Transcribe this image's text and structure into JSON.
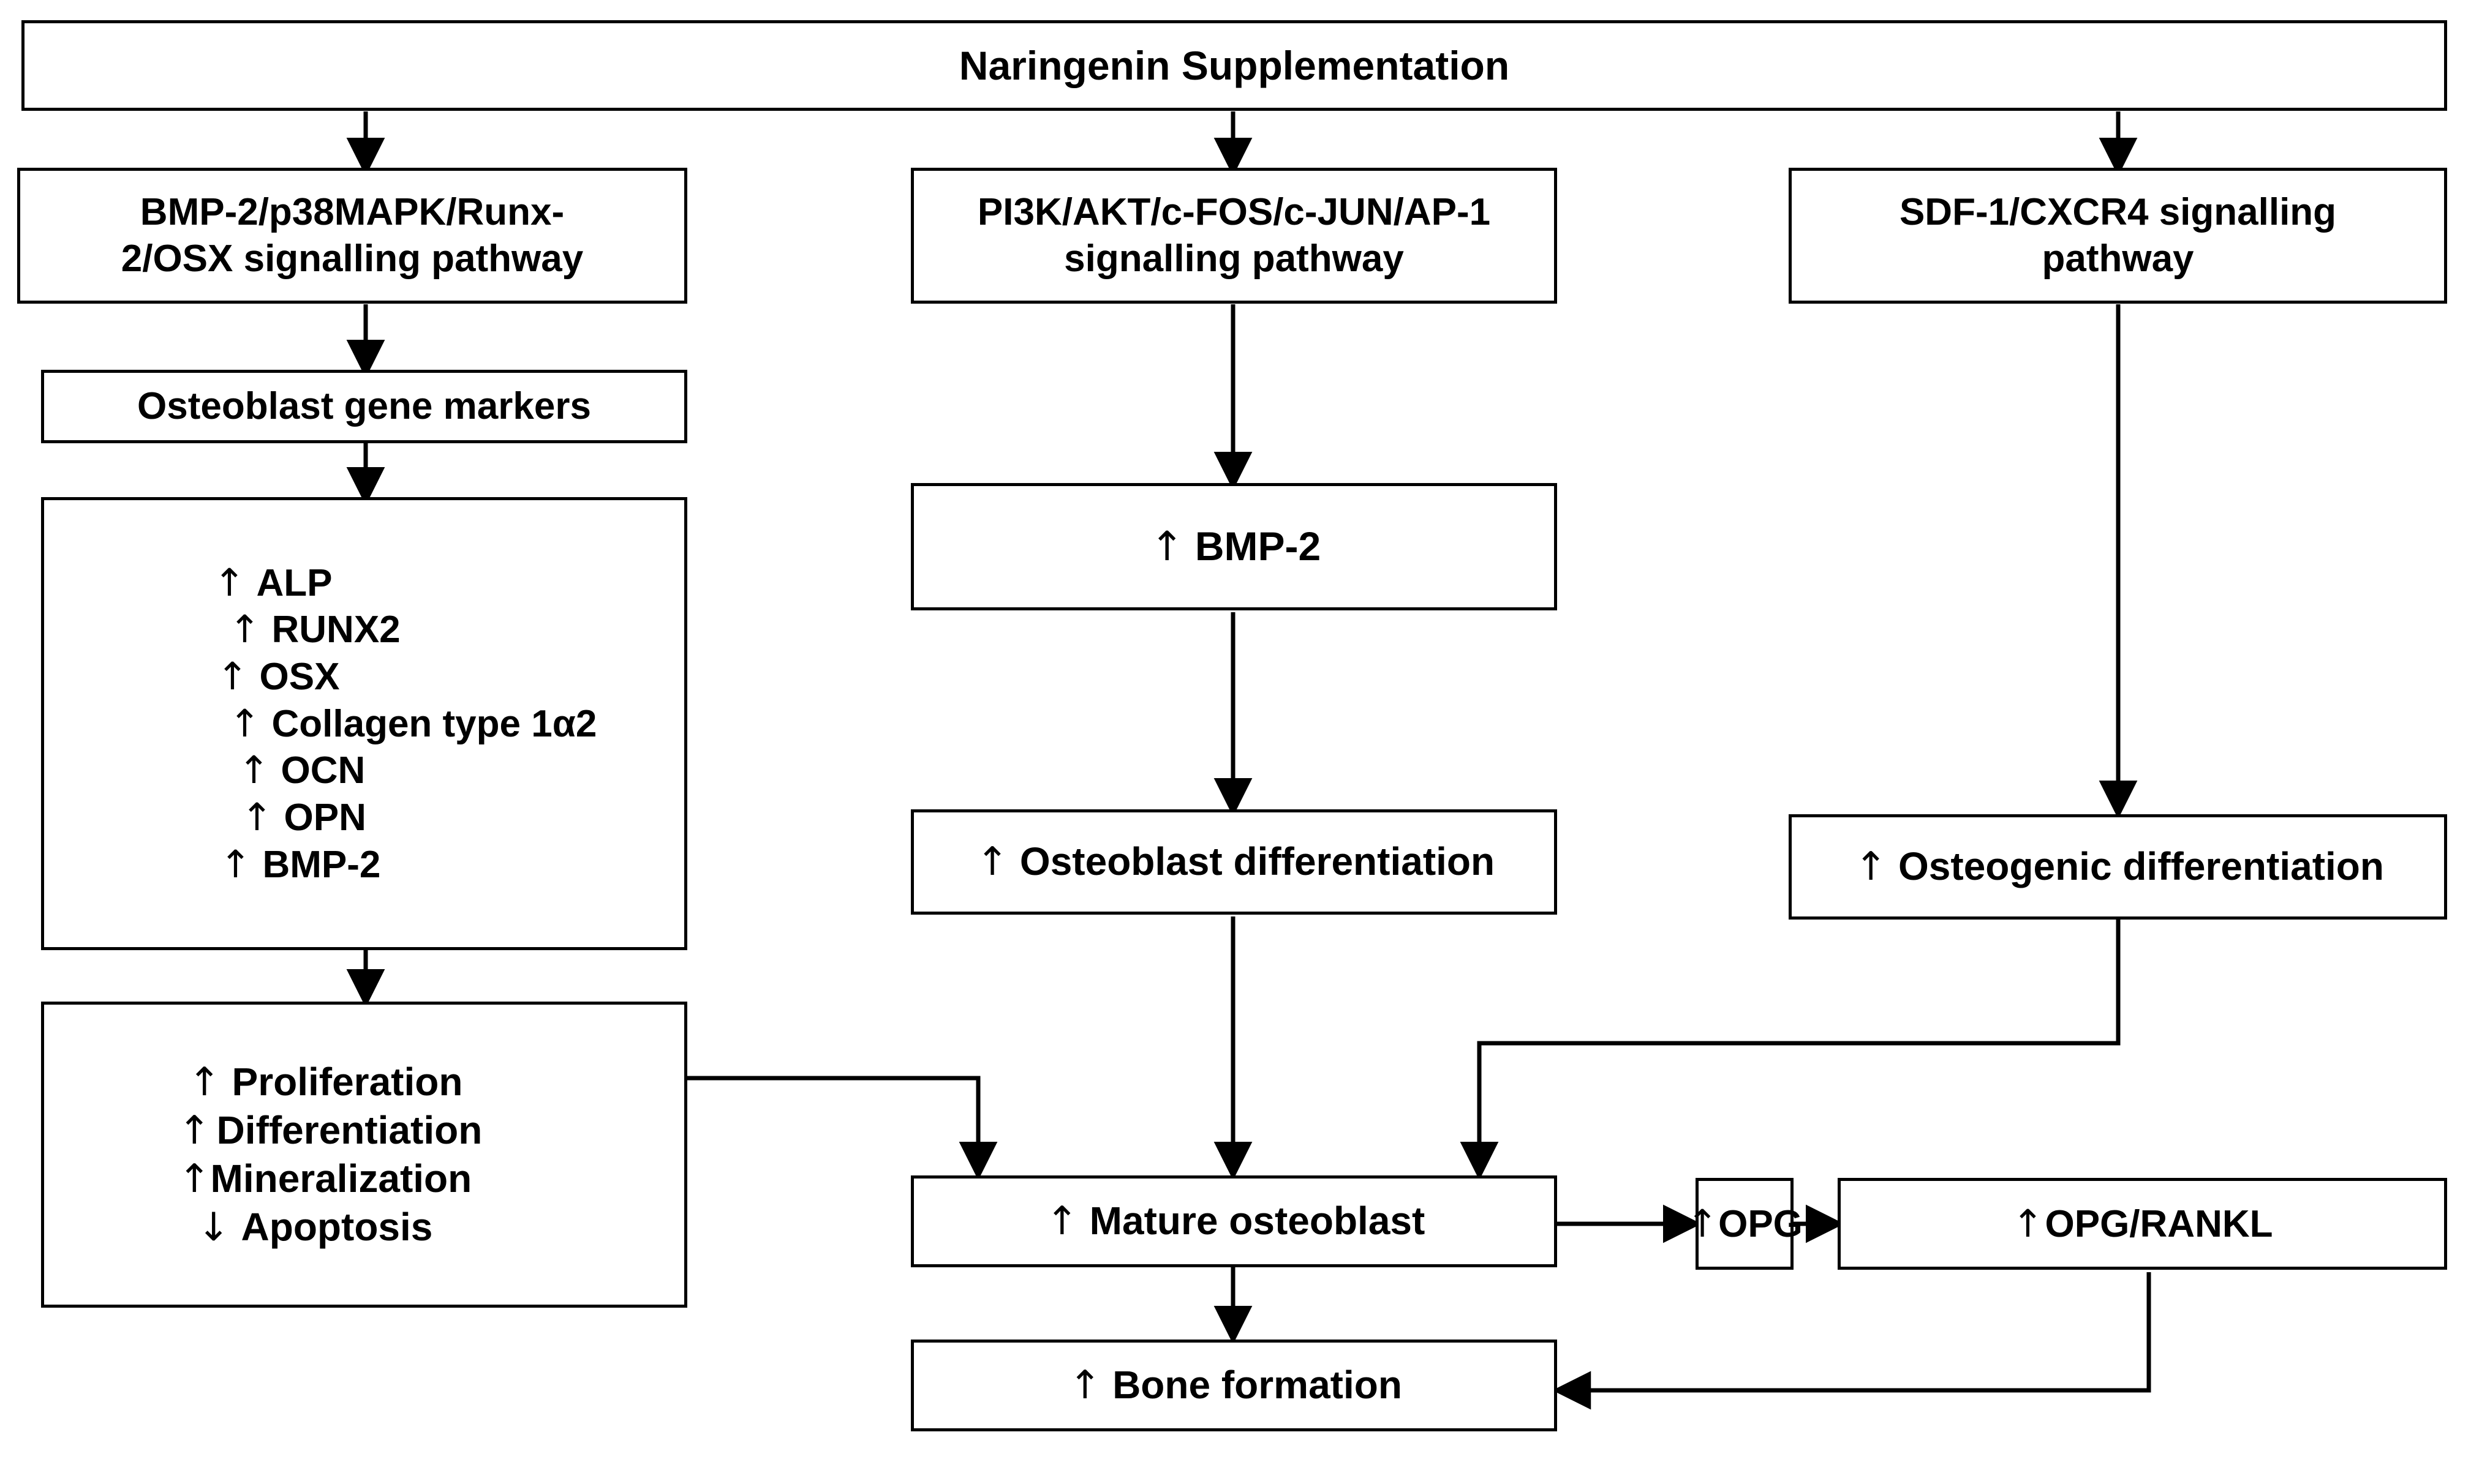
{
  "title_banner": {
    "label": "Naringenin Supplementation"
  },
  "pathways": [
    {
      "id": "pathway-bmp2",
      "lines": [
        "BMP-2/p38MAPK/Runx-",
        "2/OSX signalling pathway"
      ]
    },
    {
      "id": "pathway-pi3k",
      "lines": [
        "PI3K/AKT/c-FOS/c-JUN/AP-1",
        "signalling pathway"
      ]
    },
    {
      "id": "pathway-sdf1",
      "lines": [
        "SDF-1/CXCR4 signalling",
        "pathway"
      ]
    }
  ],
  "left_column": {
    "gene_markers_header": {
      "label": "Osteoblast gene markers"
    },
    "gene_markers": {
      "items": [
        {
          "arrow": "↑",
          "label": "ALP"
        },
        {
          "arrow": "↑",
          "label": "RUNX2"
        },
        {
          "arrow": "↑",
          "label": "OSX"
        },
        {
          "arrow": "↑",
          "label": "Collagen type 1α2"
        },
        {
          "arrow": "↑",
          "label": "OCN"
        },
        {
          "arrow": "↑",
          "label": "OPN"
        },
        {
          "arrow": "↑",
          "label": "BMP-2"
        }
      ]
    },
    "cell_effects": {
      "items": [
        {
          "arrow": "↑",
          "label": "Proliferation"
        },
        {
          "arrow": "↑",
          "label": "Differentiation"
        },
        {
          "arrow": "↑",
          "label": "Mineralization"
        },
        {
          "arrow": "↓",
          "label": "Apoptosis"
        }
      ]
    }
  },
  "middle_column": {
    "bmp2": {
      "arrow": "↑",
      "label": "BMP-2"
    },
    "osteoblast_differentiation": {
      "arrow": "↑",
      "label": "Osteoblast differentiation"
    },
    "mature_osteoblast": {
      "arrow": "↑",
      "label": "Mature osteoblast"
    },
    "bone_formation": {
      "arrow": "↑",
      "label": "Bone formation"
    }
  },
  "right_column": {
    "osteogenic_differentiation": {
      "arrow": "↑",
      "label": "Osteogenic differentiation"
    },
    "opg": {
      "arrow": "↑",
      "label": "OPG"
    },
    "opg_rankl": {
      "arrow": "↑",
      "label": "OPG/RANKL"
    }
  },
  "style": {
    "line_color": "#000000",
    "box_border_color": "#000000",
    "background": "#ffffff"
  }
}
